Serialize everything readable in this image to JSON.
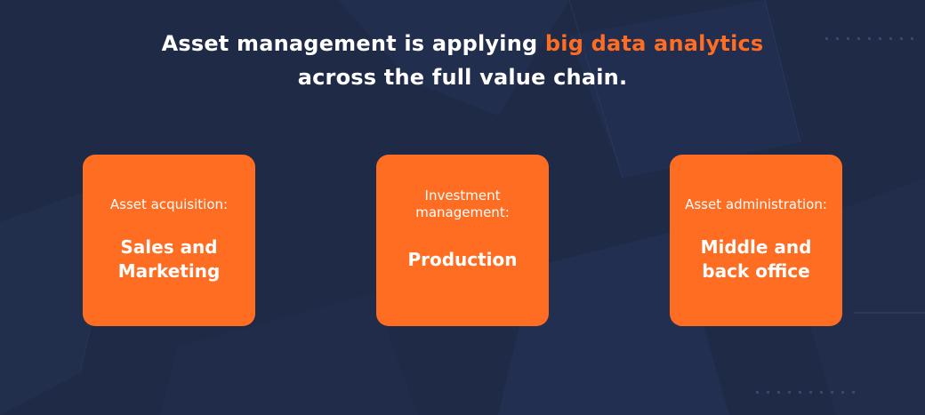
{
  "headline": {
    "part1": "Asset management is applying ",
    "highlight": "big data analytics",
    "part2": "across the full value chain."
  },
  "cards": [
    {
      "label": "Asset acquisition:",
      "title": "Sales and\nMarketing"
    },
    {
      "label": "Investment management:",
      "title": "Production"
    },
    {
      "label": "Asset administration:",
      "title": "Middle and\nback office"
    }
  ],
  "colors": {
    "background": "#1f2a47",
    "accent": "#ff6d22",
    "text": "#ffffff"
  }
}
